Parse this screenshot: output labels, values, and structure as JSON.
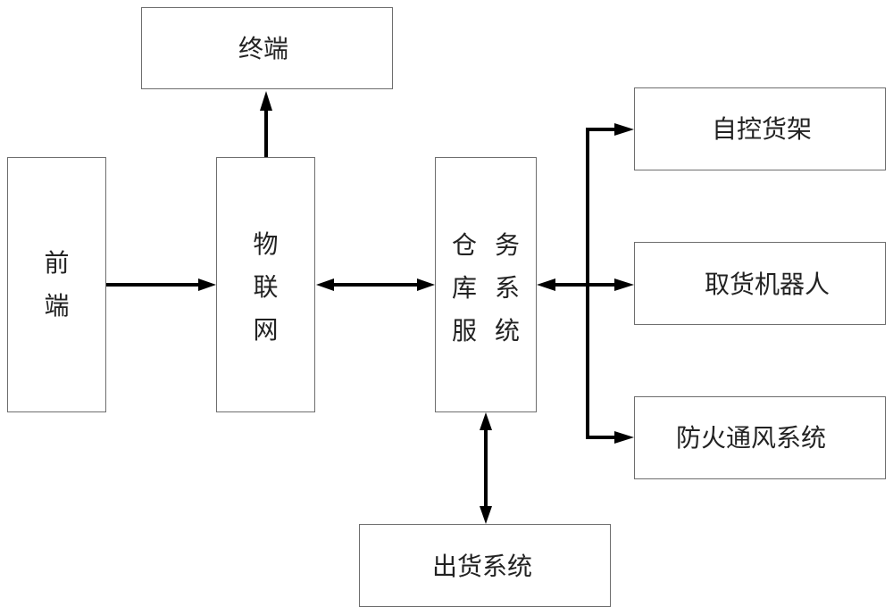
{
  "nodes": {
    "front_end": {
      "chars": [
        "前",
        "端"
      ]
    },
    "iot": {
      "chars": [
        "物",
        "联",
        "网"
      ]
    },
    "terminal": {
      "label": "终端"
    },
    "warehouse_service": {
      "col_left": [
        "仓",
        "库",
        "服"
      ],
      "col_right": [
        "务",
        "系",
        "统"
      ]
    },
    "auto_shelf": {
      "label": "自控货架"
    },
    "robot": {
      "label": "取货机器人"
    },
    "fire_vent": {
      "label": "防火通风系统"
    },
    "shipping": {
      "label": "出货系统"
    }
  }
}
